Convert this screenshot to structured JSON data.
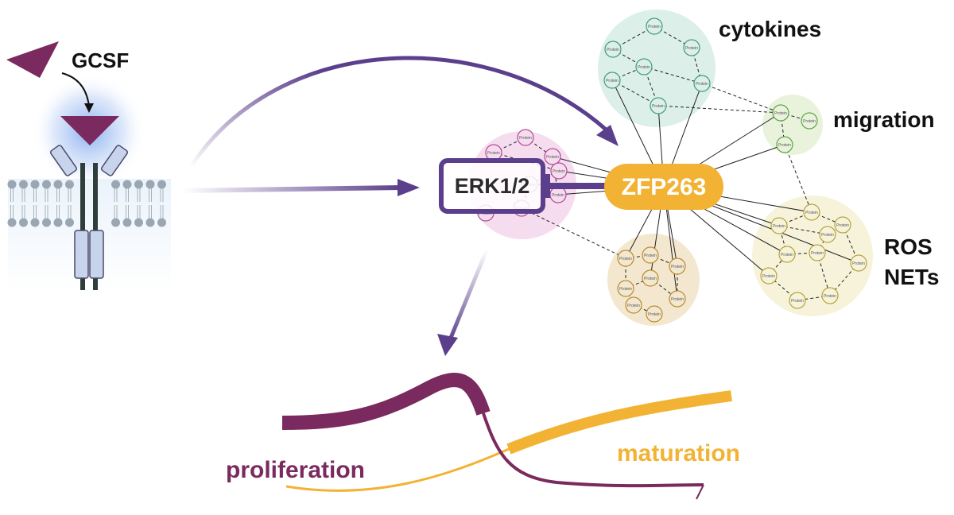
{
  "labels": {
    "gcsf": "GCSF",
    "erk": "ERK1/2",
    "zfp": "ZFP263",
    "cytokines": "cytokines",
    "migration": "migration",
    "ros": "ROS",
    "nets": "NETs",
    "proliferation": "proliferation",
    "maturation": "maturation",
    "node": "Protein"
  },
  "colors": {
    "purple": "#5b3f8c",
    "magenta": "#7a2a5e",
    "orange": "#f2b233",
    "cytokine_cluster": "#dcefe9",
    "migration_cluster": "#e9f3dc",
    "ros_cluster": "#f6f3da",
    "lower_cluster": "#f3e8cf",
    "erk_cluster": "#f6dcef"
  },
  "clusters": [
    {
      "id": "cytokines",
      "nodes": 7
    },
    {
      "id": "migration",
      "nodes": 3
    },
    {
      "id": "erk",
      "nodes": 8
    },
    {
      "id": "lower",
      "nodes": 9
    },
    {
      "id": "ros-nets",
      "nodes": 12
    }
  ]
}
